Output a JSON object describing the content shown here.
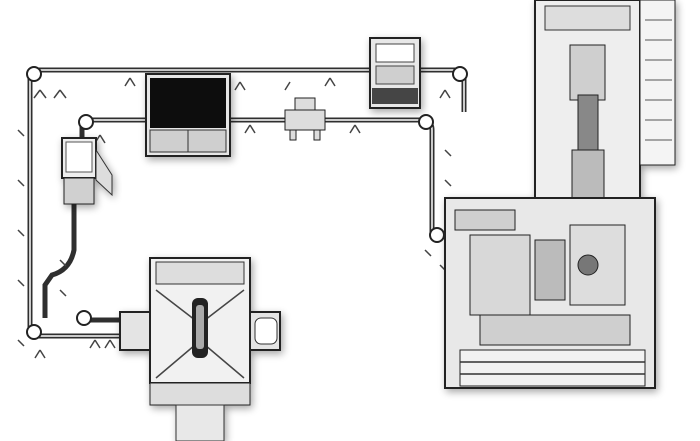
{
  "colors": {
    "background": "#ffffff",
    "frame": "#2a2a2a",
    "panel": "#d9d9d9",
    "screen": "#111111",
    "rail": "#3a3a3a"
  },
  "icons": [
    "conveyor-loop",
    "control-cabinet",
    "robot-cell",
    "vision-station",
    "machining-center"
  ]
}
